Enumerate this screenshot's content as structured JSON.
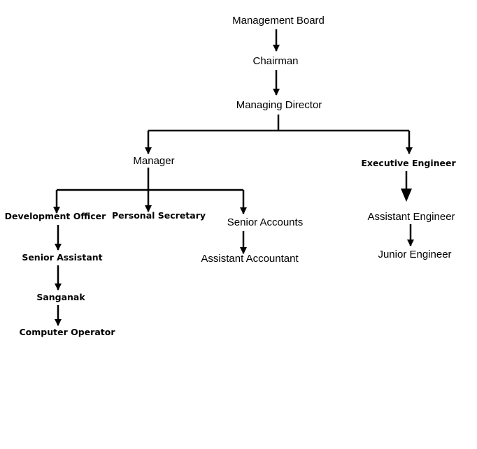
{
  "org_chart": {
    "nodes": {
      "management_board": "Management Board",
      "chairman": "Chairman",
      "managing_director": "Managing Director",
      "manager": "Manager",
      "executive_engineer": "Executive Engineer",
      "development_officer": "Development Officer",
      "personal_secretary": "Personal Secretary",
      "senior_accounts": "Senior Accounts",
      "assistant_engineer": "Assistant Engineer",
      "senior_assistant": "Senior Assistant",
      "assistant_accountant": "Assistant Accountant",
      "junior_engineer": "Junior Engineer",
      "sanganak": "Sanganak",
      "computer_operator": "Computer Operator"
    },
    "line_color": "#000000",
    "background": "#ffffff"
  }
}
